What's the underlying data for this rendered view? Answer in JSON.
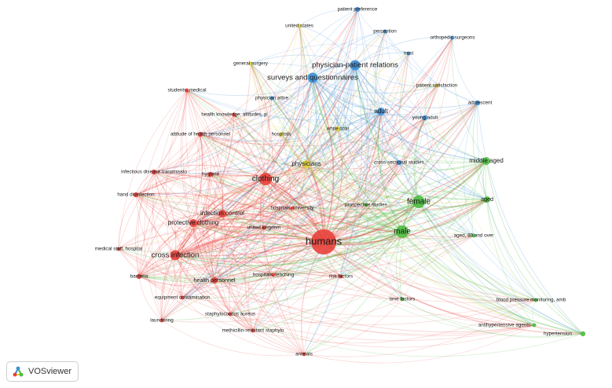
{
  "app": {
    "logo_text": "VOSviewer"
  },
  "colors": {
    "red": "#e8413b",
    "blue": "#3d8fd8",
    "green": "#4dbb3f",
    "yellow": "#e1d23a"
  },
  "clusters": [
    {
      "key": "red",
      "color": "#e8413b"
    },
    {
      "key": "blue",
      "color": "#3d8fd8"
    },
    {
      "key": "green",
      "color": "#4dbb3f"
    },
    {
      "key": "yellow",
      "color": "#e1d23a"
    }
  ],
  "nodes": [
    {
      "label": "humans",
      "cluster": "red",
      "weight": 10
    },
    {
      "label": "clothing",
      "cluster": "red",
      "weight": 6
    },
    {
      "label": "cross infection",
      "cluster": "red",
      "weight": 5
    },
    {
      "label": "infection control",
      "cluster": "red",
      "weight": 4
    },
    {
      "label": "protective clothing",
      "cluster": "red",
      "weight": 4
    },
    {
      "label": "infectious disease transmissio",
      "cluster": "red",
      "weight": 2
    },
    {
      "label": "hygiene",
      "cluster": "red",
      "weight": 2
    },
    {
      "label": "hand disinfection",
      "cluster": "red",
      "weight": 2
    },
    {
      "label": "students, medical",
      "cluster": "red",
      "weight": 1
    },
    {
      "label": "health knowledge, attitudes, p",
      "cluster": "red",
      "weight": 1
    },
    {
      "label": "attitude of health personnel",
      "cluster": "red",
      "weight": 2
    },
    {
      "label": "hospitals, university",
      "cluster": "red",
      "weight": 1
    },
    {
      "label": "united kingdom",
      "cluster": "red",
      "weight": 1
    },
    {
      "label": "medical staff, hospital",
      "cluster": "red",
      "weight": 1
    },
    {
      "label": "bacteria",
      "cluster": "red",
      "weight": 2
    },
    {
      "label": "health personnel",
      "cluster": "red",
      "weight": 3
    },
    {
      "label": "hospitals, teaching",
      "cluster": "red",
      "weight": 1
    },
    {
      "label": "risk factors",
      "cluster": "red",
      "weight": 1
    },
    {
      "label": "equipment contamination",
      "cluster": "red",
      "weight": 1
    },
    {
      "label": "staphylococcus aureus",
      "cluster": "red",
      "weight": 1
    },
    {
      "label": "laundering",
      "cluster": "red",
      "weight": 1
    },
    {
      "label": "methicillin-resistant staphylo",
      "cluster": "red",
      "weight": 1
    },
    {
      "label": "animals",
      "cluster": "red",
      "weight": 1
    },
    {
      "label": "patient preference",
      "cluster": "blue",
      "weight": 2
    },
    {
      "label": "perception",
      "cluster": "blue",
      "weight": 1
    },
    {
      "label": "orthopedic surgeons",
      "cluster": "blue",
      "weight": 1
    },
    {
      "label": "trust",
      "cluster": "blue",
      "weight": 1
    },
    {
      "label": "physician-patient relations",
      "cluster": "blue",
      "weight": 5
    },
    {
      "label": "surveys and questionnaires",
      "cluster": "blue",
      "weight": 5
    },
    {
      "label": "physician attire",
      "cluster": "blue",
      "weight": 1
    },
    {
      "label": "adult",
      "cluster": "blue",
      "weight": 4
    },
    {
      "label": "young adult",
      "cluster": "blue",
      "weight": 2
    },
    {
      "label": "adolescent",
      "cluster": "blue",
      "weight": 2
    },
    {
      "label": "cross-sectional studies",
      "cluster": "blue",
      "weight": 2
    },
    {
      "label": "united states",
      "cluster": "yellow",
      "weight": 1
    },
    {
      "label": "general surgery",
      "cluster": "yellow",
      "weight": 1
    },
    {
      "label": "patient satisfaction",
      "cluster": "yellow",
      "weight": 1
    },
    {
      "label": "white coat",
      "cluster": "yellow",
      "weight": 2
    },
    {
      "label": "hospitals",
      "cluster": "yellow",
      "weight": 1
    },
    {
      "label": "physicians",
      "cluster": "yellow",
      "weight": 4
    },
    {
      "label": "female",
      "cluster": "green",
      "weight": 6
    },
    {
      "label": "male",
      "cluster": "green",
      "weight": 6
    },
    {
      "label": "middle aged",
      "cluster": "green",
      "weight": 4
    },
    {
      "label": "aged",
      "cluster": "green",
      "weight": 3
    },
    {
      "label": "aged, 80 and over",
      "cluster": "green",
      "weight": 1
    },
    {
      "label": "prospective studies",
      "cluster": "green",
      "weight": 1
    },
    {
      "label": "time factors",
      "cluster": "green",
      "weight": 1
    },
    {
      "label": "blood pressure monitoring, amb",
      "cluster": "green",
      "weight": 1
    },
    {
      "label": "antihypertensive agents",
      "cluster": "green",
      "weight": 1
    },
    {
      "label": "hypertension",
      "cluster": "green",
      "weight": 2
    }
  ]
}
